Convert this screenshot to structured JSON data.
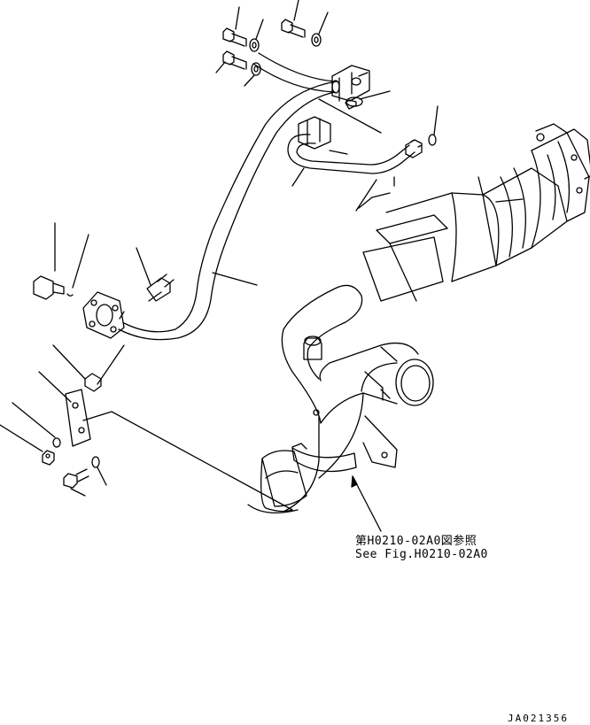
{
  "figure": {
    "reference_jp": "第H0210-02A0図参照",
    "reference_en": "See Fig.H0210-02A0",
    "drawing_code": "JA021356"
  },
  "colors": {
    "line": "#000000",
    "background": "#ffffff"
  }
}
